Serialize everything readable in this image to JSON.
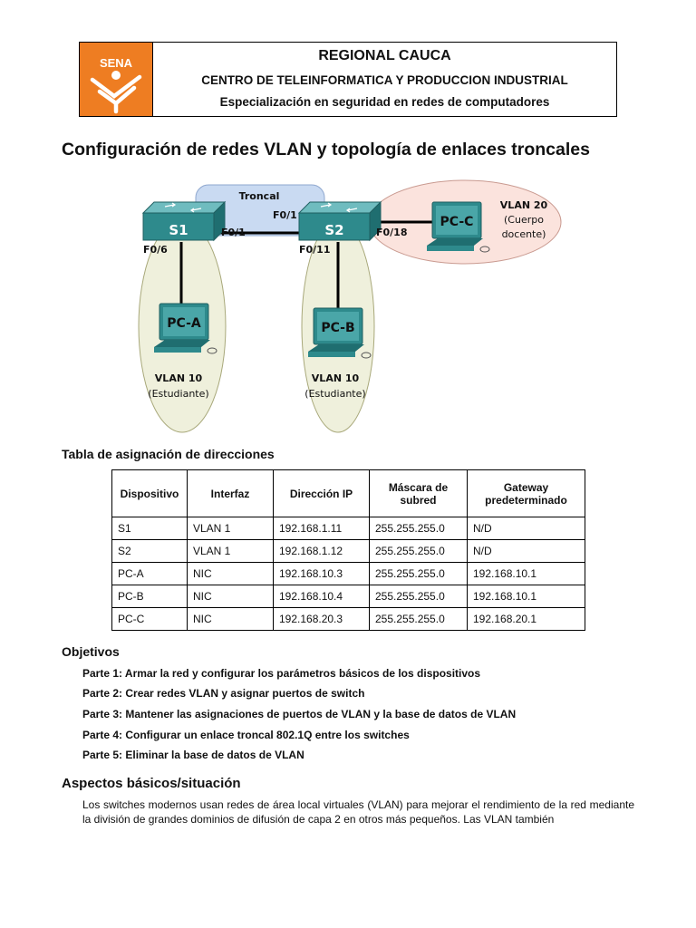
{
  "header": {
    "logo_text": "SENA",
    "title": "REGIONAL CAUCA",
    "subtitle": "CENTRO DE TELEINFORMATICA Y PRODUCCION INDUSTRIAL",
    "specialization": "Especialización en seguridad en redes de computadores"
  },
  "page_title": "Configuración de redes VLAN y topología de enlaces troncales",
  "topology": {
    "trunk_label": "Troncal",
    "s1": "S1",
    "s2": "S2",
    "port_s2_trunk": "F0/1",
    "port_s1_trunk": "F0/1",
    "port_s1_pca": "F0/6",
    "port_s2_pcb": "F0/11",
    "port_s2_pcc": "F0/18",
    "pca": "PC-A",
    "pcb": "PC-B",
    "pcc": "PC-C",
    "vlan_a": "VLAN 10",
    "vlan_a_desc": "(Estudiante)",
    "vlan_b": "VLAN 10",
    "vlan_b_desc": "(Estudiante)",
    "vlan_c": "VLAN 20",
    "vlan_c_desc1": "(Cuerpo",
    "vlan_c_desc2": "docente)"
  },
  "address_table": {
    "title": "Tabla de asignación de direcciones",
    "headers": [
      "Dispositivo",
      "Interfaz",
      "Dirección IP",
      "Máscara de subred",
      "Gateway predeterminado"
    ],
    "rows": [
      [
        "S1",
        "VLAN 1",
        "192.168.1.11",
        "255.255.255.0",
        "N/D"
      ],
      [
        "S2",
        "VLAN 1",
        "192.168.1.12",
        "255.255.255.0",
        "N/D"
      ],
      [
        "PC-A",
        "NIC",
        "192.168.10.3",
        "255.255.255.0",
        "192.168.10.1"
      ],
      [
        "PC-B",
        "NIC",
        "192.168.10.4",
        "255.255.255.0",
        "192.168.10.1"
      ],
      [
        "PC-C",
        "NIC",
        "192.168.20.3",
        "255.255.255.0",
        "192.168.20.1"
      ]
    ]
  },
  "objectives": {
    "title": "Objetivos",
    "items": [
      "Parte 1: Armar la red y configurar los parámetros básicos de los dispositivos",
      "Parte 2: Crear redes VLAN y asignar puertos de switch",
      "Parte 3: Mantener las asignaciones de puertos de VLAN y la base de datos de VLAN",
      "Parte 4: Configurar un enlace troncal 802.1Q entre los switches",
      "Parte 5: Eliminar la base de datos de VLAN"
    ]
  },
  "background": {
    "title": "Aspectos básicos/situación",
    "text": "Los switches modernos usan redes de área local virtuales (VLAN) para mejorar el rendimiento de la red mediante la división de grandes dominios de difusión de capa 2 en otros más pequeños. Las VLAN también"
  },
  "colors": {
    "logo_orange": "#ee7d22",
    "trunk_blue": "#c9daf2",
    "vlan_ellipse": "#eff0dc",
    "vlan_c_ellipse": "#fbe3dd",
    "switch_teal": "#2e8a8c"
  }
}
